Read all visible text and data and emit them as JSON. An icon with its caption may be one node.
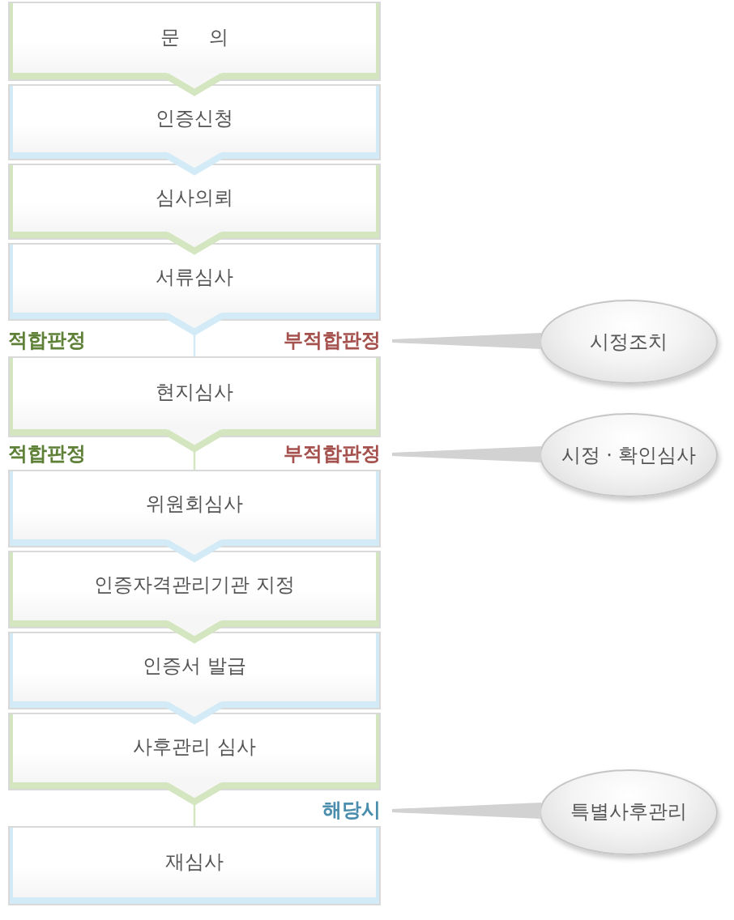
{
  "diagram": {
    "nodes": [
      {
        "text": [
          "문 의"
        ]
      },
      {
        "text": [
          "인증신청"
        ]
      },
      {
        "text": [
          "심사의뢰"
        ]
      },
      {
        "text": [
          "서류심사"
        ]
      },
      {
        "text": [
          "부적합판정"
        ]
      },
      {
        "text": [
          "시정조치"
        ]
      },
      {
        "text": [
          "현지심사"
        ]
      },
      {
        "text": [
          "부적합판정"
        ]
      },
      {
        "text": [
          "시정 · 확인심사"
        ]
      },
      {
        "text": [
          "위원회심사"
        ]
      },
      {
        "text": [
          "인증자격관리기관 지정"
        ]
      },
      {
        "text": [
          "인증서 발급"
        ]
      },
      {
        "text": [
          "사후관리 심사"
        ]
      },
      {
        "text": [
          "해당시"
        ]
      },
      {
        "text": [
          "특별사후관리"
        ]
      },
      {
        "text": [
          "재심사"
        ]
      }
    ],
    "edges": [
      {
        "from": 0,
        "to": 1,
        "arrow": "to",
        "color": "#d4e6c0"
      },
      {
        "from": 1,
        "to": 2,
        "arrow": "to",
        "color": "#d3ebf7"
      },
      {
        "from": 2,
        "to": 3,
        "arrow": "to",
        "color": "#d4e6c0"
      },
      {
        "from": 3,
        "to": 6,
        "arrow": "to",
        "color": "#d3ebf7"
      },
      {
        "from": 4,
        "to": 5,
        "arrow": "none",
        "color": "#d2d2d2"
      },
      {
        "from": 6,
        "to": 9,
        "arrow": "to",
        "color": "#d4e6c0"
      },
      {
        "from": 7,
        "to": 8,
        "arrow": "none",
        "color": "#d2d2d2"
      },
      {
        "from": 9,
        "to": 10,
        "arrow": "to",
        "color": "#d3ebf7"
      },
      {
        "from": 10,
        "to": 11,
        "arrow": "to",
        "color": "#d4e6c0"
      },
      {
        "from": 11,
        "to": 12,
        "arrow": "to",
        "color": "#d3ebf7"
      },
      {
        "from": 12,
        "to": 15,
        "arrow": "to",
        "color": "#d4e6c0"
      },
      {
        "from": 13,
        "to": 14,
        "arrow": "none",
        "color": "#d2d2d2"
      }
    ],
    "labels": [
      "적합판정",
      "적합판정"
    ]
  }
}
